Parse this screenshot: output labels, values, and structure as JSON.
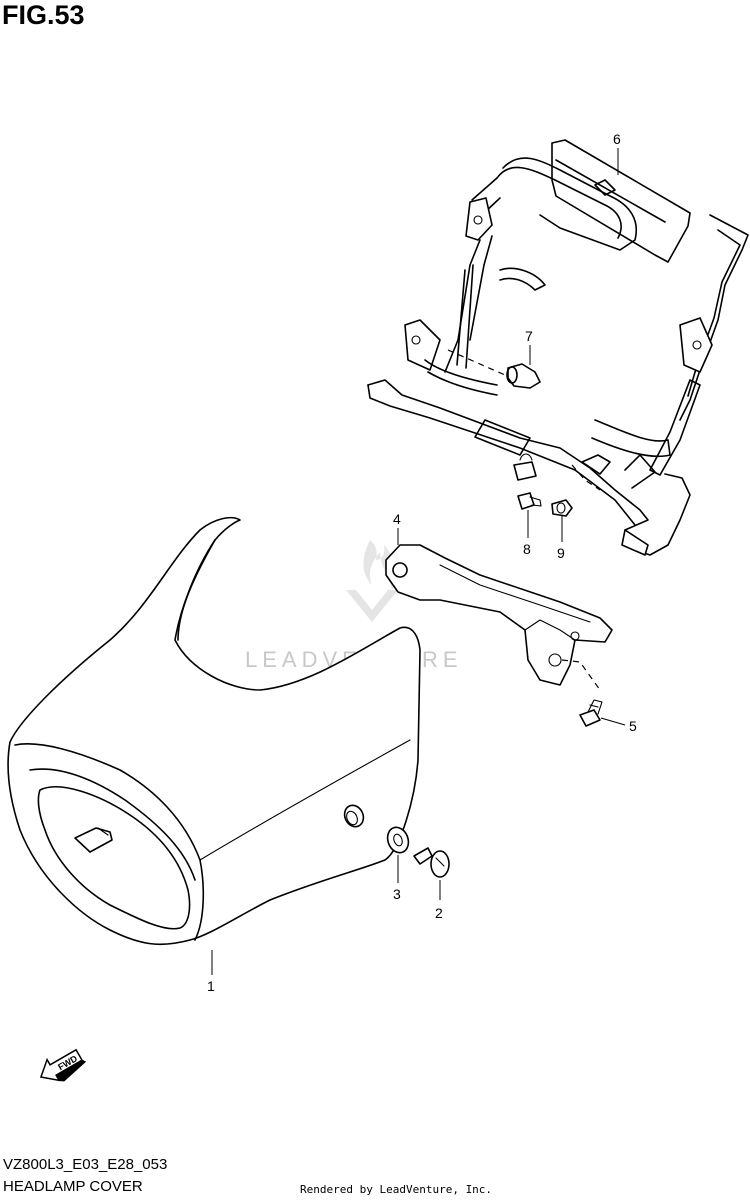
{
  "figure": {
    "title": "FIG.53"
  },
  "parts": [
    {
      "num": "1"
    },
    {
      "num": "2"
    },
    {
      "num": "3"
    },
    {
      "num": "4"
    },
    {
      "num": "5"
    },
    {
      "num": "6"
    },
    {
      "num": "7"
    },
    {
      "num": "8"
    },
    {
      "num": "9"
    }
  ],
  "fwd_arrow": {
    "label": "FWD",
    "icon": "fwd-arrow-icon"
  },
  "watermark": {
    "text": "LEADVENTURE",
    "icon": "leadventure-logo-icon"
  },
  "footer": {
    "code": "VZ800L3_E03_E28_053",
    "name": "HEADLAMP COVER",
    "credit": "Rendered by LeadVenture, Inc."
  }
}
